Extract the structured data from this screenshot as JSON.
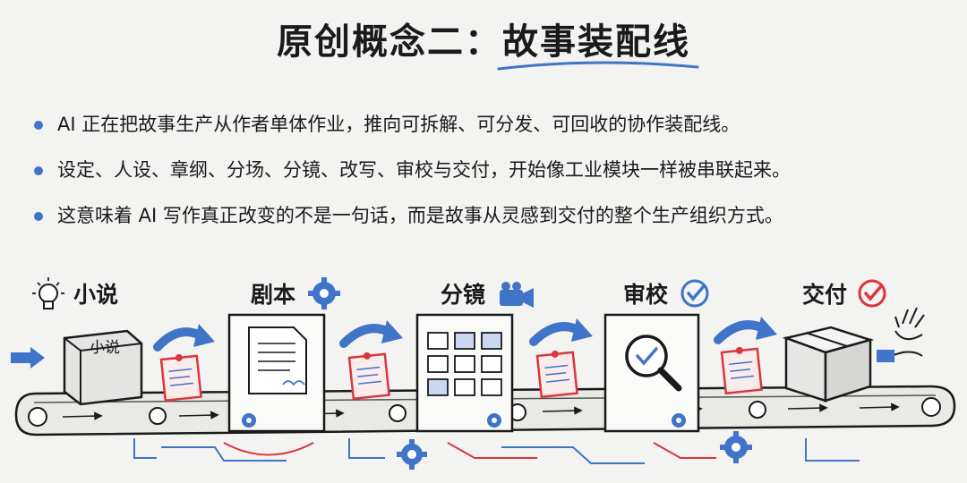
{
  "title": {
    "prefix": "原创概念二：",
    "highlight": "故事装配线"
  },
  "bullets": [
    "AI 正在把故事生产从作者单体作业，推向可拆解、可分发、可回收的协作装配线。",
    "设定、人设、章纲、分场、分镜、改写、审校与交付，开始像工业模块一样被串联起来。",
    "这意味着 AI 写作真正改变的不是一句话，而是故事从灵感到交付的整个生产组织方式。"
  ],
  "stages": [
    {
      "label": "小说",
      "icon": "lightbulb-icon",
      "object_text": "小说"
    },
    {
      "label": "剧本",
      "icon": "gear-icon"
    },
    {
      "label": "分镜",
      "icon": "video-camera-icon"
    },
    {
      "label": "审校",
      "icon": "check-circle-icon"
    },
    {
      "label": "交付",
      "icon": "check-circle-red-icon"
    }
  ],
  "colors": {
    "accent_blue": "#3f74c8",
    "accent_red": "#d9363e",
    "ink": "#1a1a1a",
    "background": "#f3f3f1"
  }
}
